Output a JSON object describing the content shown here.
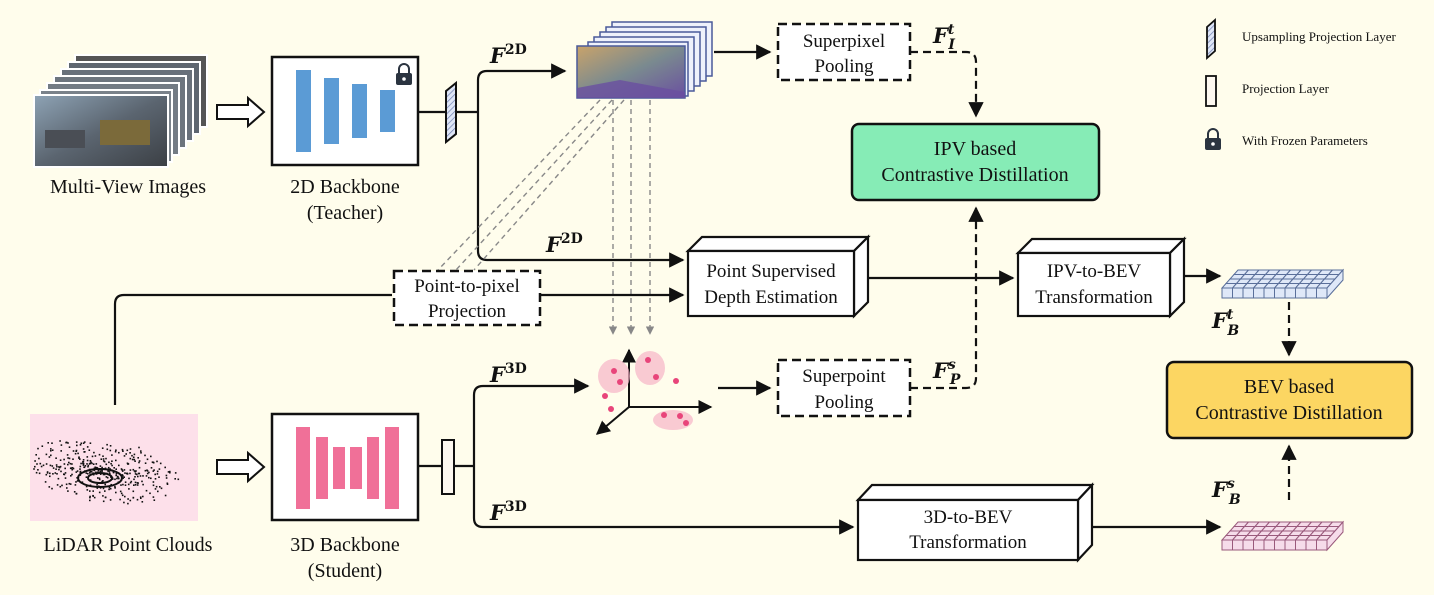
{
  "inputs": {
    "images_label": "Multi-View Images",
    "lidar_label": "LiDAR Point Clouds"
  },
  "backbones": {
    "teacher_line1": "2D Backbone",
    "teacher_line2": "(Teacher)",
    "student_line1": "3D Backbone",
    "student_line2": "(Student)"
  },
  "modules": {
    "superpixel_l1": "Superpixel",
    "superpixel_l2": "Pooling",
    "superpoint_l1": "Superpoint",
    "superpoint_l2": "Pooling",
    "projection_l1": "Point-to-pixel",
    "projection_l2": "Projection",
    "depth_l1": "Point Supervised",
    "depth_l2": "Depth Estimation",
    "ipv_bev_l1": "IPV-to-BEV",
    "ipv_bev_l2": "Transformation",
    "bev3d_l1": "3D-to-BEV",
    "bev3d_l2": "Transformation",
    "ipv_distill_l1": "IPV based",
    "ipv_distill_l2": "Contrastive Distillation",
    "bev_distill_l1": "BEV based",
    "bev_distill_l2": "Contrastive Distillation"
  },
  "features": {
    "f2d_main": "F",
    "f2d_sup": "2D",
    "f3d_main": "F",
    "f3d_sup": "3D",
    "fI_main": "F",
    "fI_sup": "t",
    "fI_sub": "I",
    "fP_main": "F",
    "fP_sup": "s",
    "fP_sub": "P",
    "fBt_main": "F",
    "fBt_sup": "t",
    "fBt_sub": "B",
    "fBs_main": "F",
    "fBs_sup": "s",
    "fBs_sub": "B"
  },
  "legend": {
    "upsampling": "Upsampling Projection Layer",
    "projection": "Projection Layer",
    "frozen": "With Frozen Parameters"
  },
  "colors": {
    "background": "#fffdec",
    "teacher_bar": "#5b9bd5",
    "student_bar": "#f07098",
    "ipv_distill": "#86ecb6",
    "bev_distill": "#fcd662",
    "teacher_grid": "#dfe8f8",
    "student_grid": "#f6dcea",
    "lidar_bg": "#fde0ea"
  }
}
